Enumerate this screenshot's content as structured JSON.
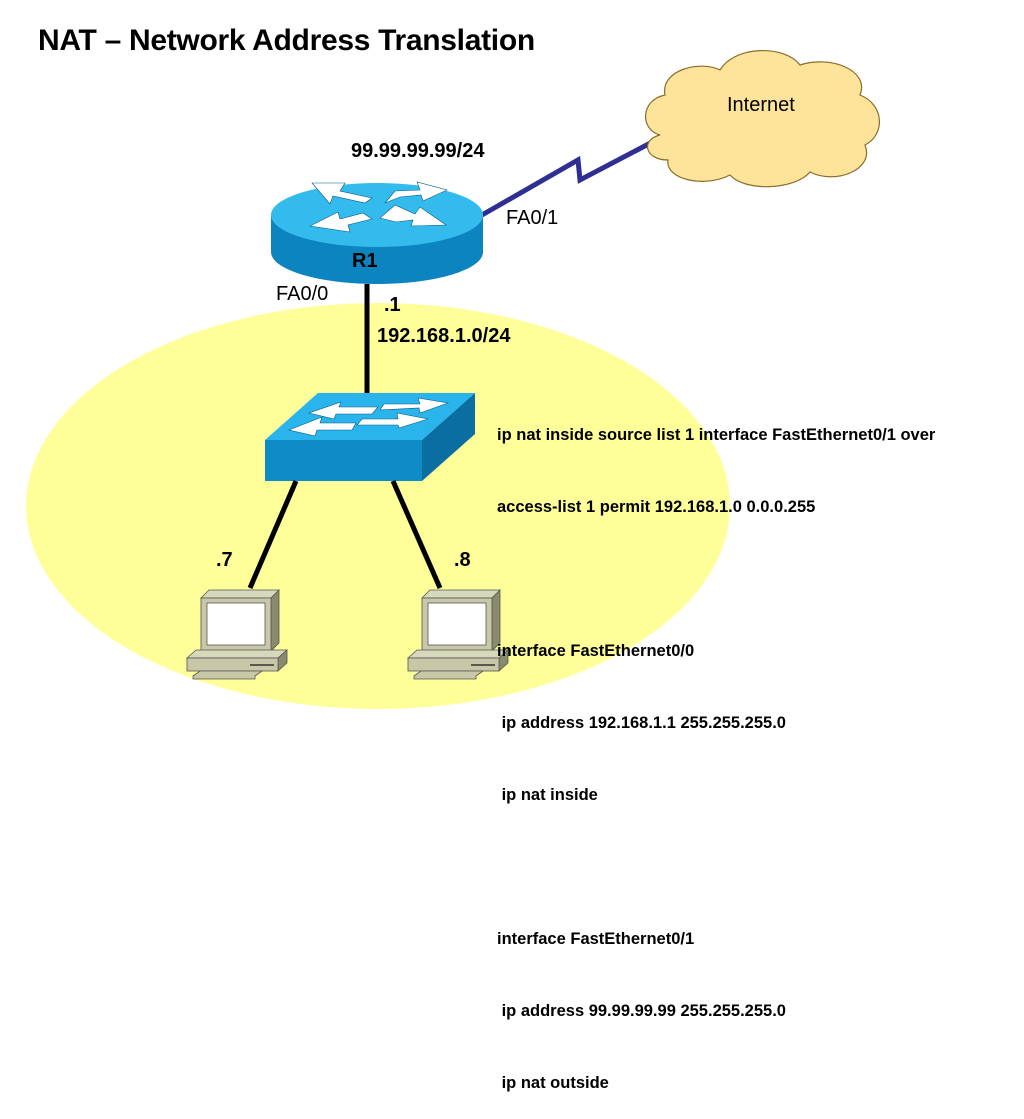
{
  "title": "NAT – Network Address Translation",
  "colors": {
    "inside_network_fill": "#ffff99",
    "cloud_fill": "#fde49a",
    "router_top": "#33bbee",
    "router_side": "#0b84c0",
    "switch_top": "#29b4ec",
    "switch_side": "#0d8cc8",
    "wan_link": "#2e2e94",
    "pc_body": "#c8c8a8"
  },
  "internet": {
    "label": "Internet"
  },
  "router": {
    "name": "R1",
    "outside_ip": "99.99.99.99/24",
    "outside_interface": "FA0/1",
    "inside_interface": "FA0/0",
    "inside_host": ".1"
  },
  "lan": {
    "subnet": "192.168.1.0/24"
  },
  "hosts": [
    {
      "label": ".7"
    },
    {
      "label": ".8"
    }
  ],
  "config_lines": [
    "ip nat inside source list 1 interface FastEthernet0/1 over",
    "access-list 1 permit 192.168.1.0 0.0.0.255",
    "",
    "interface FastEthernet0/0",
    " ip address 192.168.1.1 255.255.255.0",
    " ip nat inside",
    "",
    "interface FastEthernet0/1",
    " ip address 99.99.99.99 255.255.255.0",
    " ip nat outside"
  ]
}
